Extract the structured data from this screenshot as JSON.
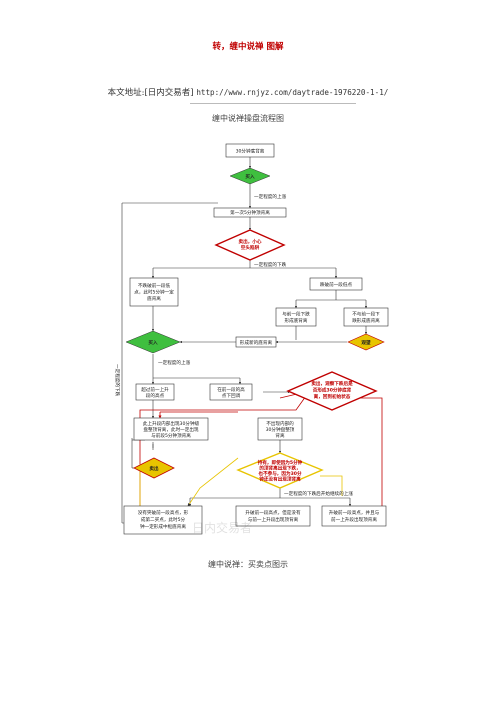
{
  "doc": {
    "title": "转，缠中说禅 图解",
    "url_label": "本文地址:[日内交易者]",
    "url": "http://www.rnjyz.com/daytrade-1976220-1-1/",
    "flow_title": "缠中说禅操盘流程图",
    "caption": "缠中说禅：买卖点图示"
  },
  "flow": {
    "start": "30分钟底背离",
    "buy1": "买入",
    "edge_up1": "一定程度的上涨",
    "first_top_div": "第一次5分钟顶背离",
    "warn_sell": [
      "卖出，小心",
      "空头陷阱"
    ],
    "edge_down1": "一定程度的下跌",
    "no_break_low": [
      "不跌破前一段低",
      "点，此时5分钟一定",
      "底背离"
    ],
    "break_low": "跌破前一段低点",
    "no_div_down": [
      "与前一段下跌",
      "形成底背离"
    ],
    "div_down": [
      "不与前一段下",
      "跌形成底背离"
    ],
    "new_low_div": "形成新的底背离",
    "watch": "观望",
    "buy2": "买入",
    "edge_up2": "一定程度的上涨",
    "break_high": [
      "超过前一上升",
      "段的高点"
    ],
    "fail_high": [
      "在前一段的高",
      "点下回调"
    ],
    "sell_warn": [
      "卖出，观察下跌后是",
      "否形成30分钟底背",
      "离，回到初始状态"
    ],
    "top_div_30": [
      "此上升段内部出现30分钟级",
      "盘整顶背离，此时一定出现",
      "与前段5分钟顶背离"
    ],
    "no_break_30": [
      "不出现内部的",
      "30分钟盘整顶",
      "背离"
    ],
    "hold_warn": [
      "持有，即使因为5分钟",
      "的顶背离出现下跌，",
      "也不参与，因为30分",
      "钟还没有出现顶背离"
    ],
    "sell": "卖出",
    "edge_down2": "一定程度的下跌后开始继续的上涨",
    "side_label": "一定程度的下跌",
    "bottom_left": [
      "没有突破前一段高点，形",
      "成第二买点，此时5分",
      "钟一定形成中枢底背离"
    ],
    "bottom_mid": [
      "升破前一段高点，但是没有",
      "与前一上升段出现顶背离"
    ],
    "bottom_right": [
      "升破前一段高点，并且与",
      "前一上升段出现顶背离"
    ],
    "watermark": "日内交易者"
  }
}
